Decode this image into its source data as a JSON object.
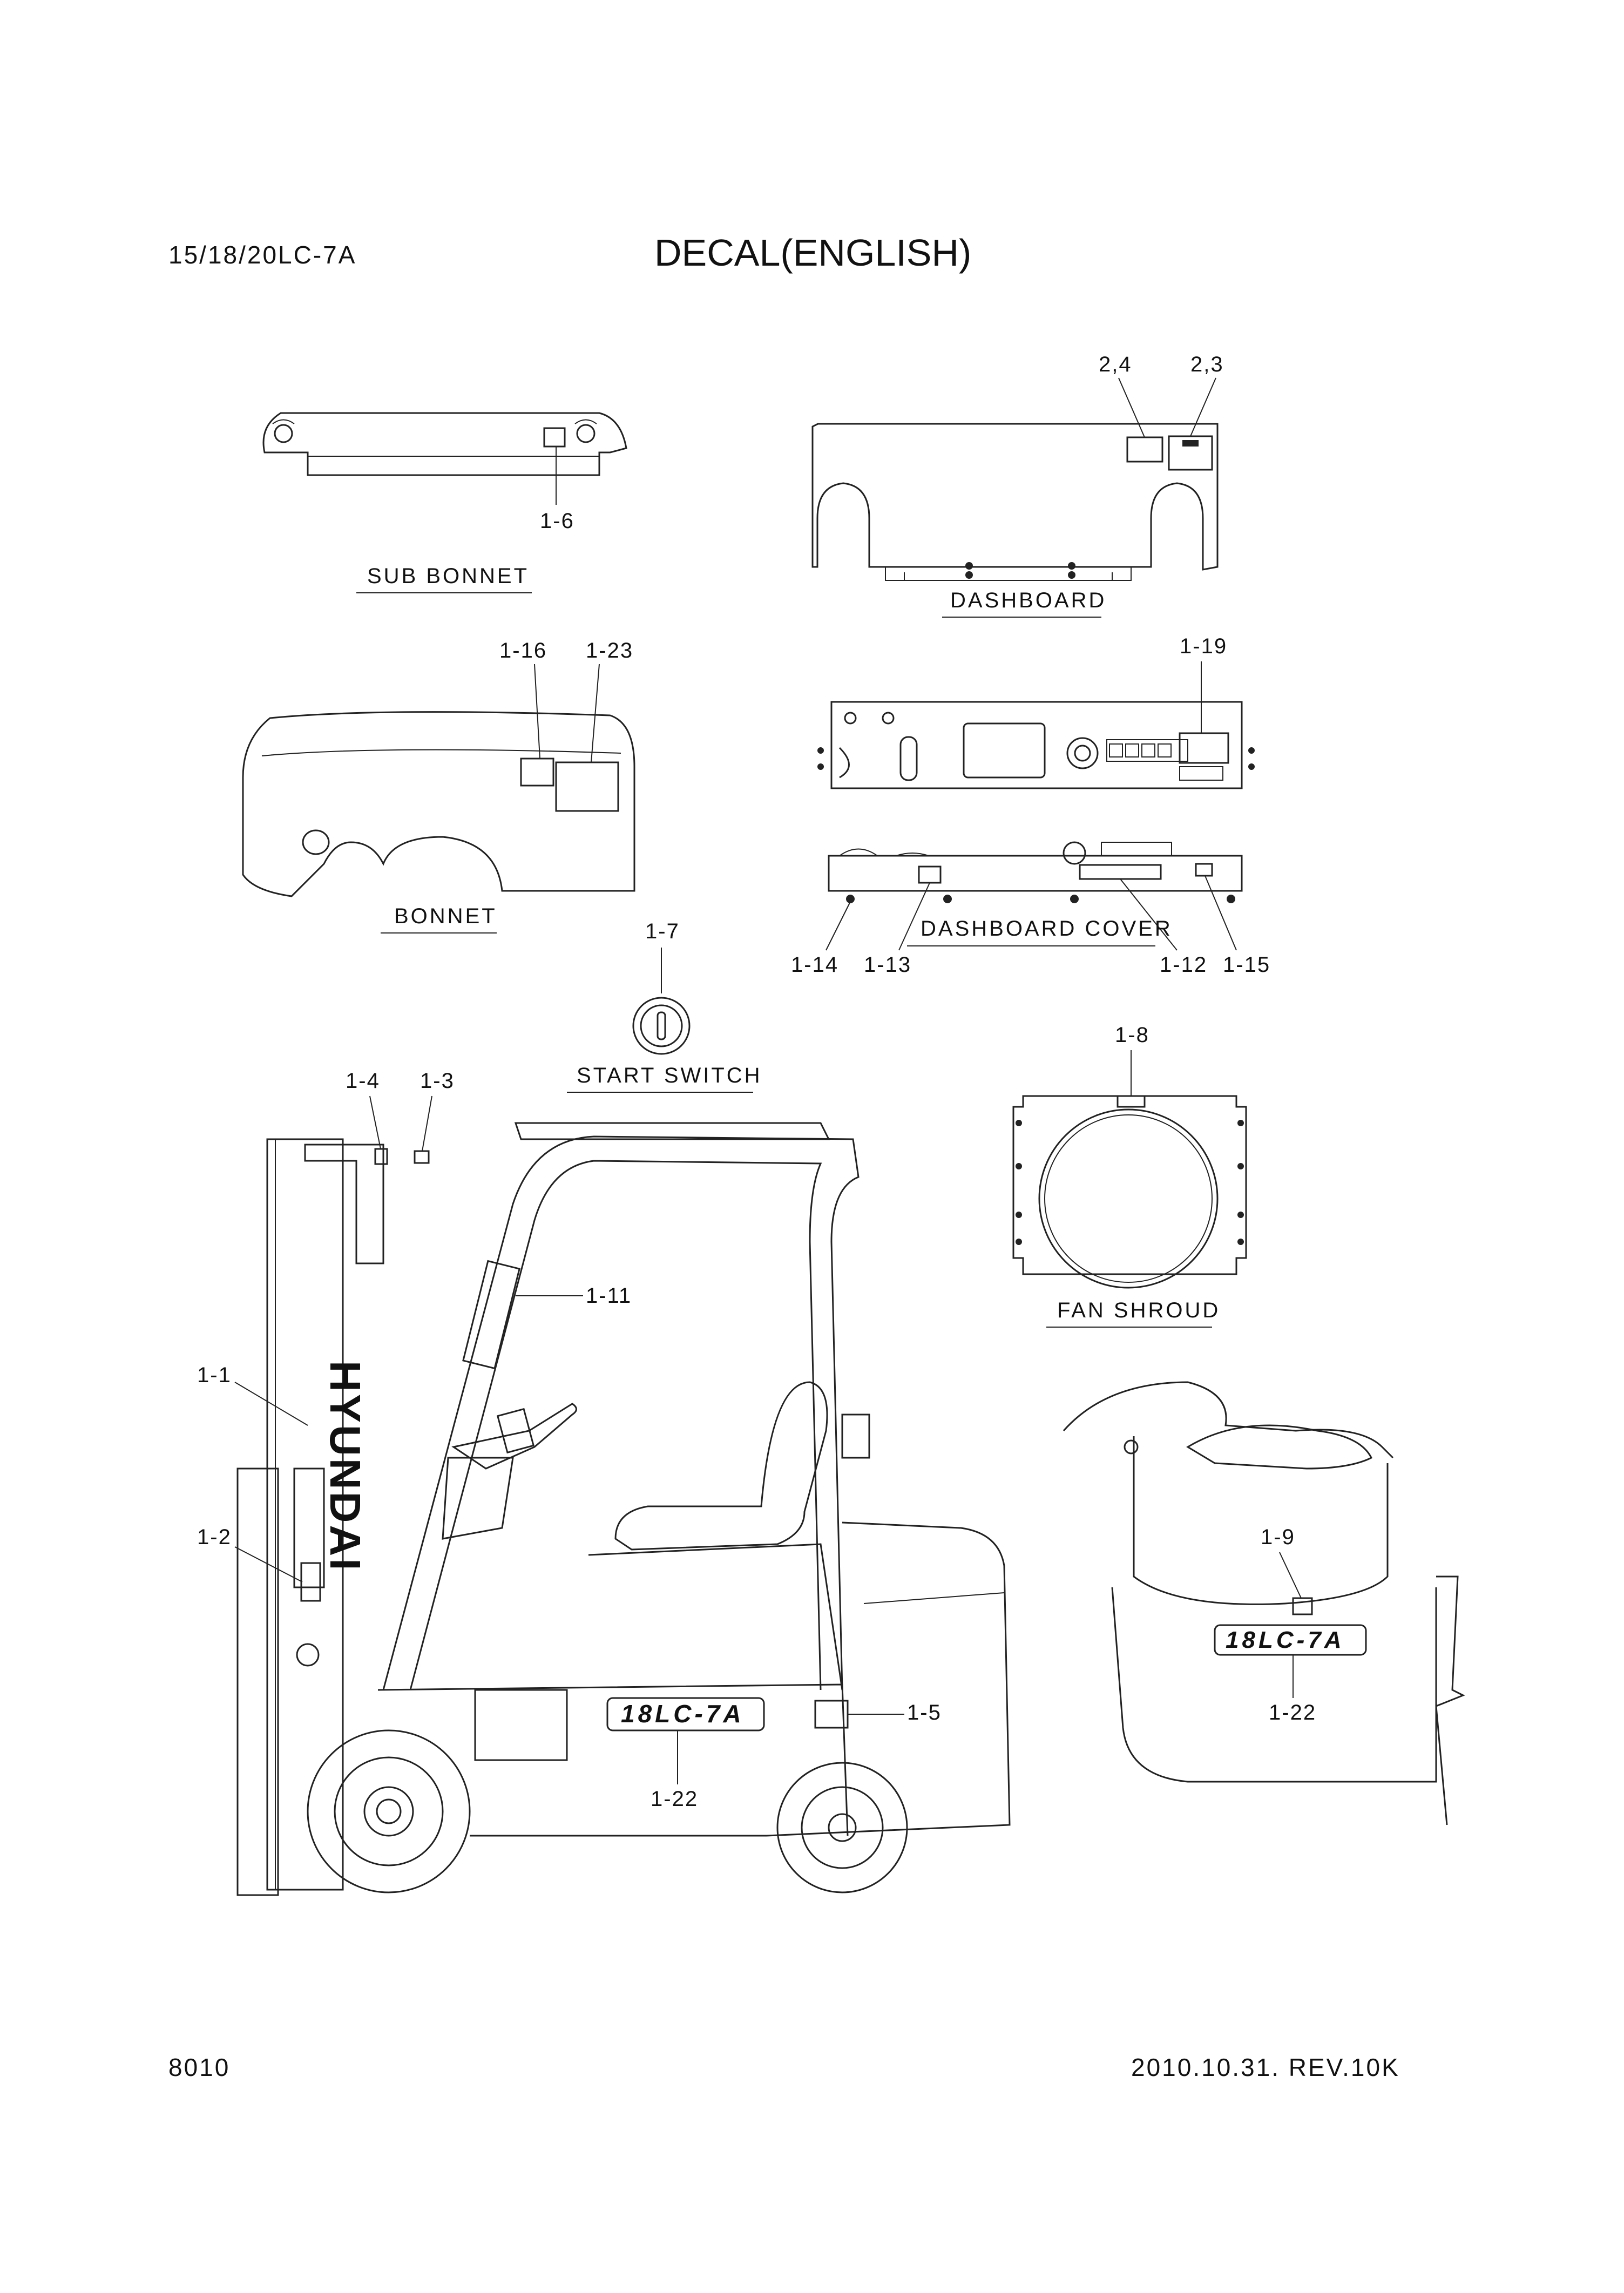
{
  "header": {
    "model": "15/18/20LC-7A",
    "title": "DECAL(ENGLISH)"
  },
  "footer": {
    "page_code": "8010",
    "revision": "2010.10.31.  REV.10K"
  },
  "captions": {
    "sub_bonnet": "SUB BONNET",
    "dashboard": "DASHBOARD",
    "bonnet": "BONNET",
    "dashboard_cover": "DASHBOARD COVER",
    "start_switch": "START SWITCH",
    "fan_shroud": "FAN SHROUD"
  },
  "callouts": {
    "c_1_1": "1-1",
    "c_1_2": "1-2",
    "c_1_3": "1-3",
    "c_1_4": "1-4",
    "c_1_5": "1-5",
    "c_1_6": "1-6",
    "c_1_7": "1-7",
    "c_1_8": "1-8",
    "c_1_9": "1-9",
    "c_1_11": "1-11",
    "c_1_12": "1-12",
    "c_1_13": "1-13",
    "c_1_14": "1-14",
    "c_1_15": "1-15",
    "c_1_16": "1-16",
    "c_1_19": "1-19",
    "c_1_22_main": "1-22",
    "c_1_22_side": "1-22",
    "c_1_23": "1-23",
    "c_2_3": "2,3",
    "c_2_4": "2,4"
  },
  "decal_text": {
    "mast_brand": "HYUNDAI",
    "model_badge_main": "18LC-7A",
    "model_badge_side": "18LC-7A"
  }
}
